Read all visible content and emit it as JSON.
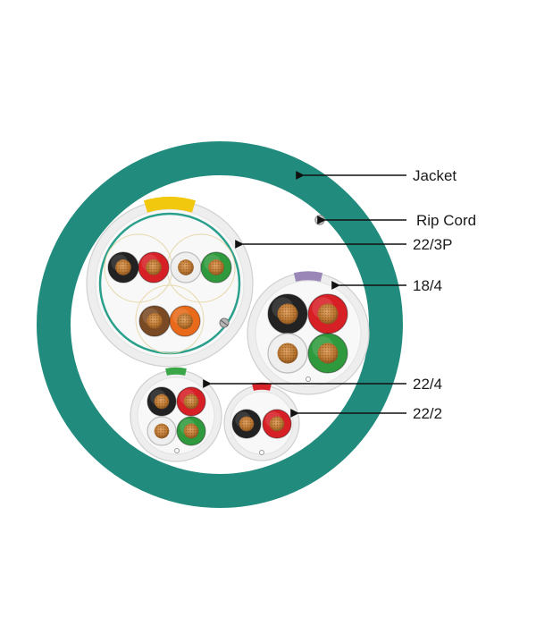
{
  "diagram": {
    "subject": "multi-conductor cable cross-section",
    "labels": {
      "jacket": "Jacket",
      "rip_cord": "Rip Cord",
      "cable_22_3p": "22/3P",
      "cable_18_4": "18/4",
      "cable_22_4": "22/4",
      "cable_22_2": "22/2"
    },
    "colors": {
      "jacket": "#218b7d",
      "subjacket": "#eeeeee",
      "shield_foil": "#2aa08c",
      "stripe_yellow": "#f2c80f",
      "stripe_purple": "#9a87b8",
      "stripe_green": "#3aa648",
      "stripe_red": "#d8232a",
      "copper": "#b8742f",
      "insulation_black": "#222222",
      "insulation_red": "#d71f26",
      "insulation_white": "#eeeeee",
      "insulation_green": "#2f9a3d",
      "insulation_brown": "#7a4a24",
      "insulation_orange": "#e86a1a"
    }
  }
}
